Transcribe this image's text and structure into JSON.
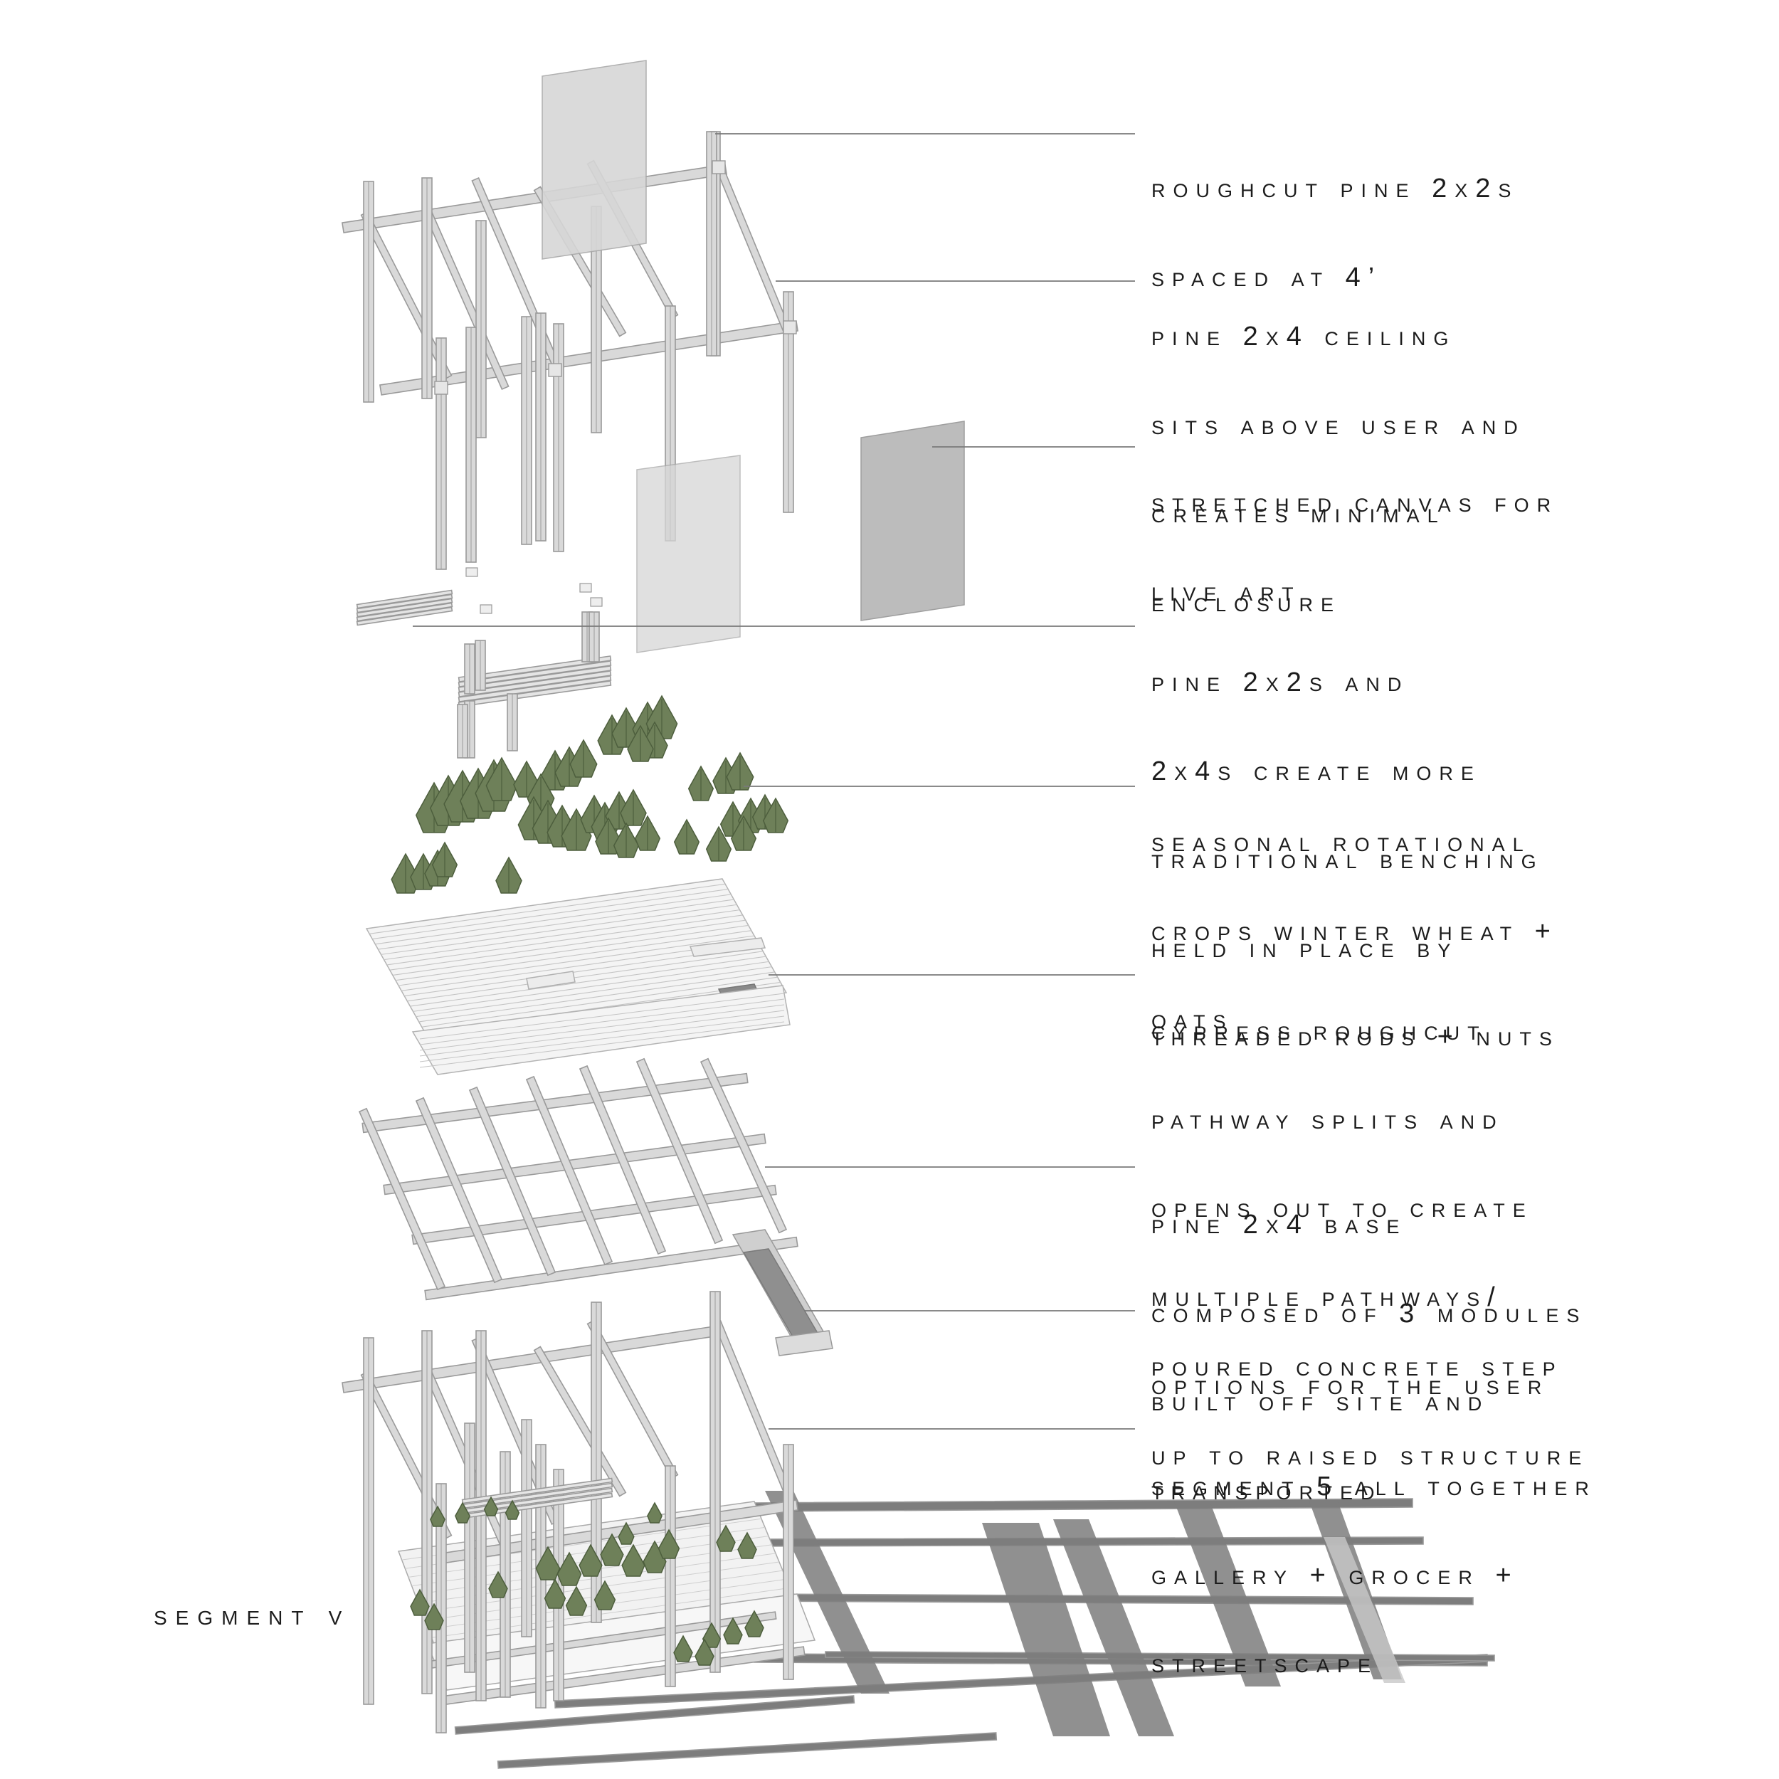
{
  "colors": {
    "line": "#7a7a7a",
    "member": "#d9d9d9",
    "member_edge": "#9a9a9a",
    "panel_light": "#d6d6d6",
    "panel_dark": "#b9b9b9",
    "plant": "#6e8059",
    "plant_dark": "#4d5e3d",
    "shadow": "#7d7d7d",
    "deck": "#f4f4f4"
  },
  "title": "segment V",
  "labels": [
    {
      "id": "roughcut-pine",
      "lines": [
        "roughcut pine 2x2s",
        "spaced at 4’"
      ]
    },
    {
      "id": "ceiling",
      "lines": [
        "pine 2x4 ceiling",
        "sits above user and",
        "creates minimal",
        "enclosure"
      ]
    },
    {
      "id": "canvas",
      "lines": [
        "stretched canvas for",
        "live art"
      ]
    },
    {
      "id": "benching",
      "lines": [
        "pine 2x2s and",
        "2x4s create more",
        "traditional benching",
        "held in place by",
        "threaded rods + nuts"
      ]
    },
    {
      "id": "crops",
      "lines": [
        "seasonal rotational",
        "crops winter wheat +",
        "oats"
      ]
    },
    {
      "id": "pathway",
      "lines": [
        "cypress roughcut",
        "pathway splits and",
        "opens out to create",
        "multiple pathways/",
        "options for the user"
      ]
    },
    {
      "id": "base",
      "lines": [
        "pine 2x4 base",
        "composed of 3 modules",
        "built off site and",
        "transported"
      ]
    },
    {
      "id": "concrete",
      "lines": [
        "poured concrete step",
        "up to raised structure"
      ]
    },
    {
      "id": "together",
      "lines": [
        "segment 5 all together",
        "gallery + grocer +",
        "streetscape"
      ]
    }
  ]
}
